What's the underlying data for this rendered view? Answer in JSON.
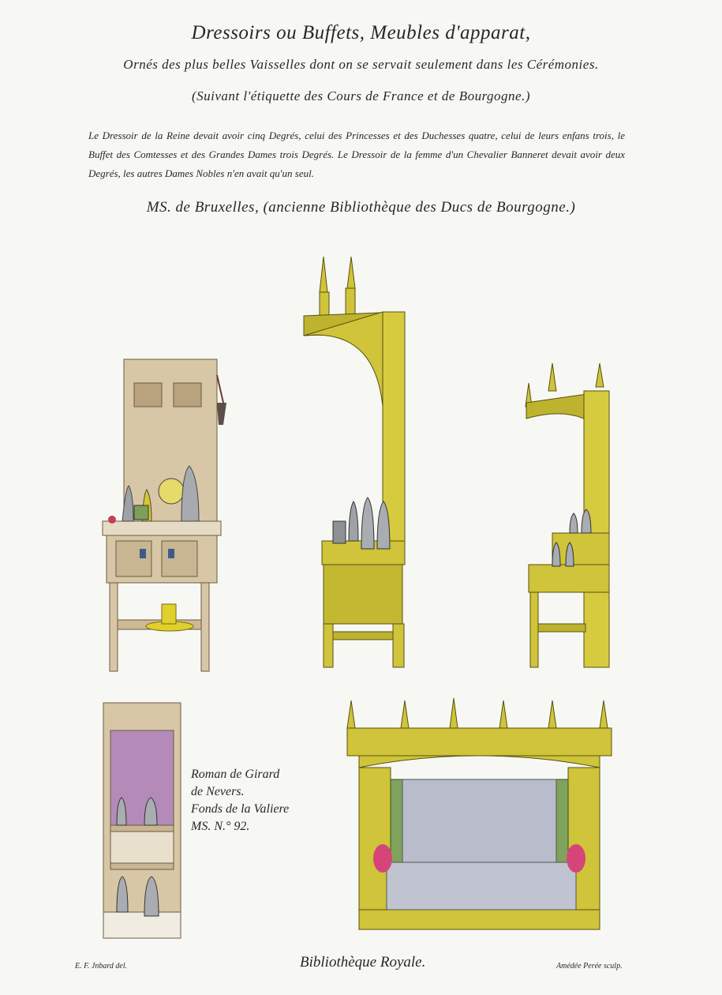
{
  "header": {
    "title": "Dressoirs ou Buffets, Meubles d'apparat,",
    "subtitle": "Ornés des plus belles Vaisselles dont on se servait seulement dans les Cérémonies.",
    "source_note": "(Suivant l'étiquette des Cours de France et de Bourgogne.)"
  },
  "paragraph": "Le Dressoir de la Reine devait avoir cinq Degrés, celui des Princesses et des Duchesses quatre, celui de leurs enfans trois, le Buffet des Comtesses et des Grandes Dames trois Degrés. Le Dressoir de la femme d'un Chevalier Banneret devait avoir deux Degrés, les autres Dames Nobles n'en avait qu'un seul.",
  "manuscript": "MS. de Bruxelles, (ancienne Bibliothèque des Ducs de Bourgogne.)",
  "caption": {
    "line1": "Roman de Girard",
    "line2": "de Nevers.",
    "line3": "Fonds de la Valiere",
    "line4": "MS. N.° 92."
  },
  "footer": {
    "left": "E. F. Jnbard del.",
    "center": "Bibliothèque Royale.",
    "right": "Amédée Perée sculp."
  },
  "colors": {
    "paper": "#f7f8f4",
    "wood_tan": "#d8c7a6",
    "gilt_yellow": "#cfc43a",
    "purple": "#b48ab8",
    "cushion_grey": "#b8bccb",
    "green": "#7fa35a",
    "pink": "#d6457a"
  }
}
